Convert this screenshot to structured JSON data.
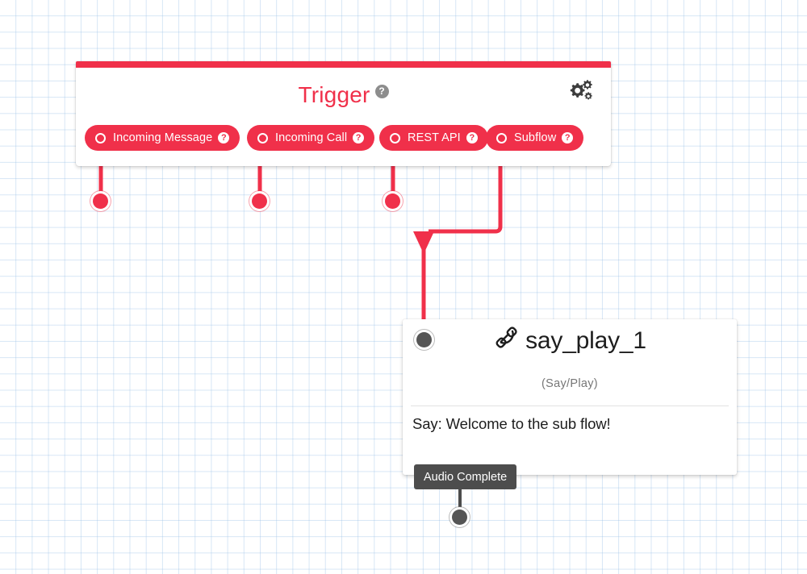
{
  "canvas": {
    "grid": "blueprint-grid",
    "background_color": "#ffffff",
    "grid_color": "#96bee6"
  },
  "theme": {
    "accent_red": "#f0304a",
    "node_gray": "#4d4d4d",
    "port_gray": "#555555",
    "help_gray": "#8d8d8d",
    "text_dark": "#1d1d1d",
    "text_muted": "#767676",
    "divider": "#e2e2e2"
  },
  "trigger_card": {
    "title": "Trigger",
    "help_glyph": "?",
    "settings_icon": "gears-icon",
    "triggers": [
      {
        "label": "Incoming Message",
        "help_glyph": "?",
        "port": "trigger-port-incoming-message"
      },
      {
        "label": "Incoming Call",
        "help_glyph": "?",
        "port": "trigger-port-incoming-call"
      },
      {
        "label": "REST API",
        "help_glyph": "?",
        "port": "trigger-port-rest-api"
      },
      {
        "label": "Subflow",
        "help_glyph": "?",
        "port": "trigger-port-subflow"
      }
    ]
  },
  "node_card": {
    "title": "say_play_1",
    "icon": "phone-handset-icon",
    "subtitle": "(Say/Play)",
    "body": "Say: Welcome to the sub flow!",
    "input_port": "node-input-port",
    "outputs": [
      {
        "label": "Audio Complete",
        "port": "node-output-port-audio-complete"
      }
    ]
  },
  "connections": [
    {
      "from": "Subflow",
      "to": "say_play_1",
      "style": "orthogonal-arrow",
      "color": "#f0304a"
    }
  ]
}
